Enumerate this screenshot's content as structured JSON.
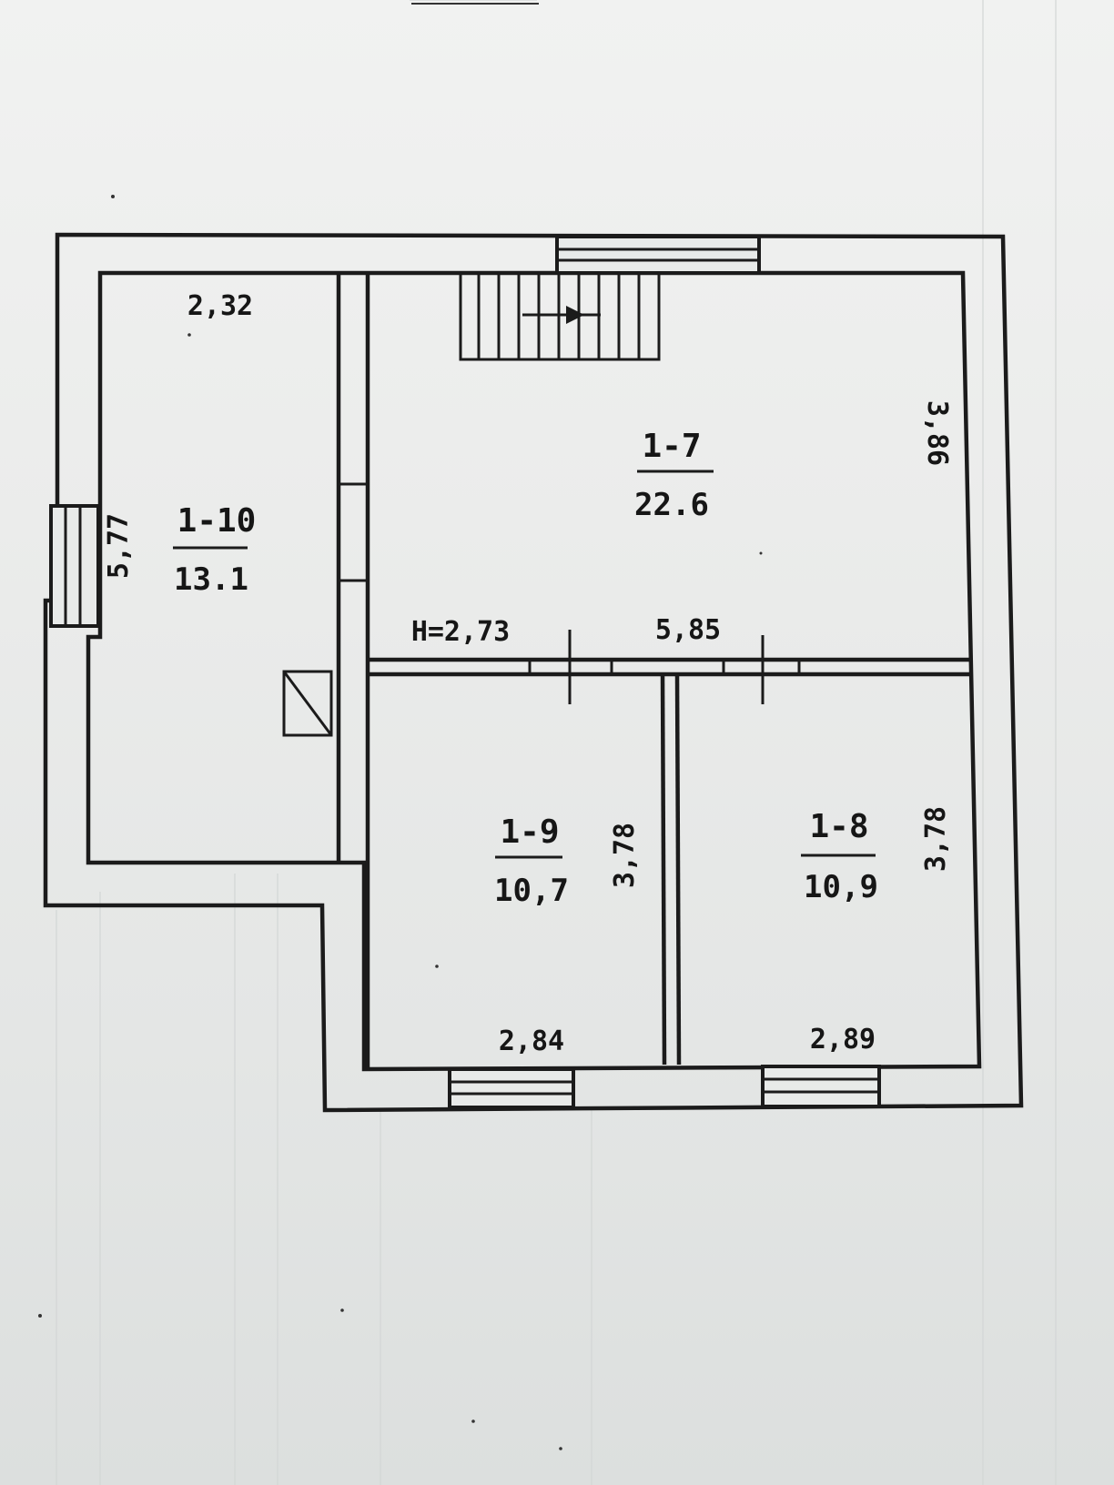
{
  "rooms": [
    {
      "id": "1-7",
      "area": "22.6"
    },
    {
      "id": "1-10",
      "area": "13.1"
    },
    {
      "id": "1-9",
      "area": "10,7"
    },
    {
      "id": "1-8",
      "area": "10,9"
    }
  ],
  "dimensions": {
    "top_left": "2,32",
    "left_side": "5,77",
    "right_upper": "3,86",
    "height": "H=2,73",
    "mid_width": "5,85",
    "mid_vertical": "3,78",
    "right_lower": "3,78",
    "bottom_left": "2,84",
    "bottom_right": "2,89"
  },
  "colors": {
    "paper": "#e9ebea",
    "ink": "#1b1b1b"
  }
}
